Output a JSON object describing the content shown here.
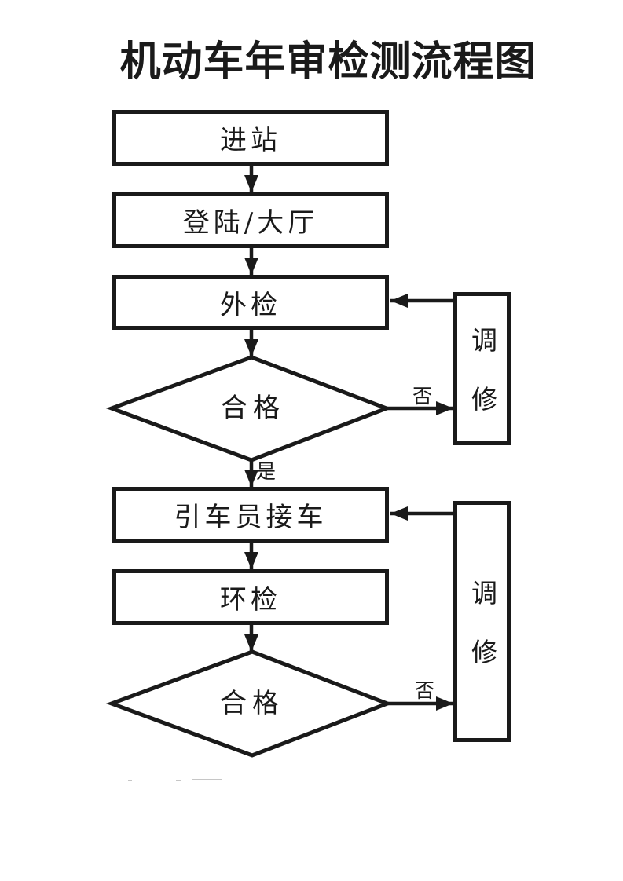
{
  "title": "机动车年审检测流程图",
  "nodes": {
    "enter_station": "进站",
    "login_hall": "登陆/大厅",
    "external_inspection": "外检",
    "qualified_1": "合格",
    "driver_pickup": "引车员接车",
    "environmental_inspection": "环检",
    "qualified_2": "合格",
    "repair_1": "调修",
    "repair_2": "调修"
  },
  "edge_labels": {
    "yes": "是",
    "no_1": "否",
    "no_2": "否"
  },
  "colors": {
    "line": "#1a1a1a",
    "background": "#ffffff"
  }
}
